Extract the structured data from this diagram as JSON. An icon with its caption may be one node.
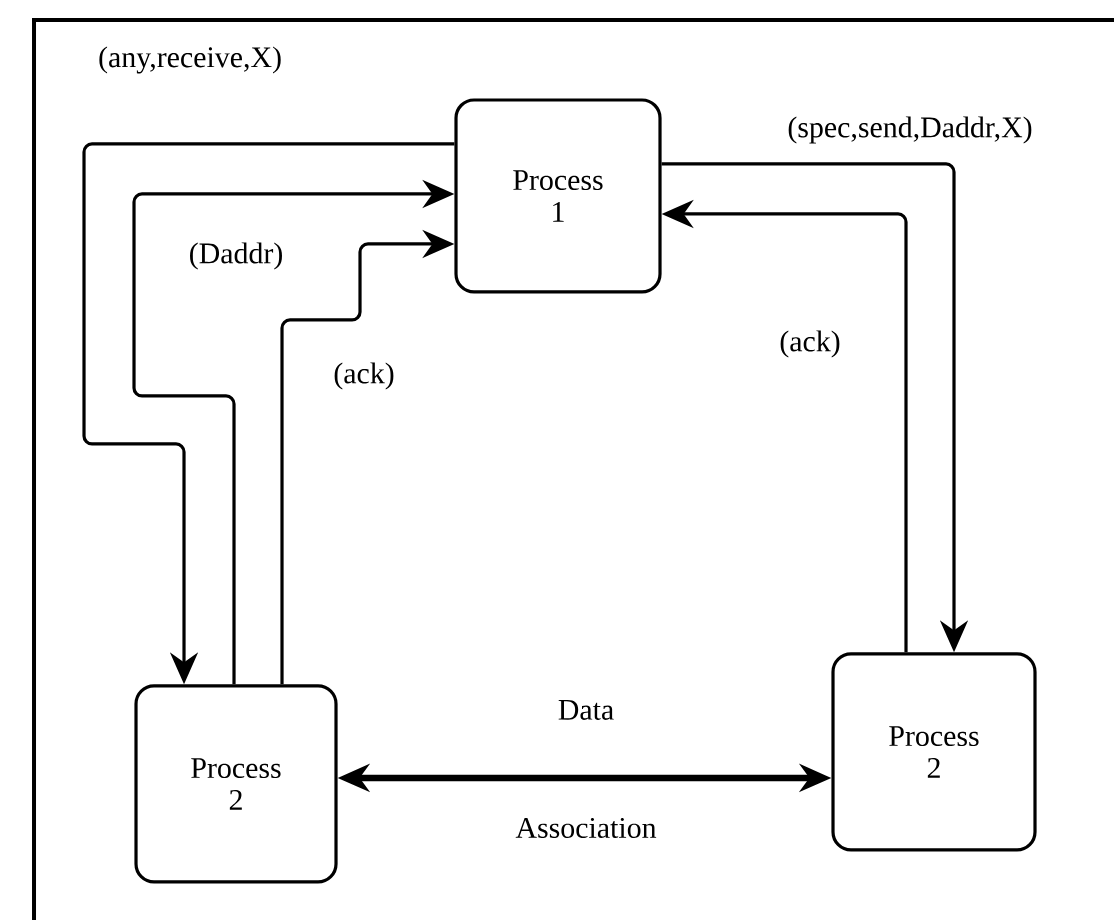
{
  "diagram": {
    "nodes": [
      {
        "text": [
          "Process 1"
        ]
      },
      {
        "text": [
          "Process 2"
        ]
      },
      {
        "text": [
          "Process 2"
        ]
      }
    ],
    "edges": [
      {
        "from": 0,
        "to": 1,
        "arrow": "to",
        "label": "(any,receive,X)"
      },
      {
        "from": 1,
        "to": 0,
        "arrow": "to",
        "label": "(Daddr)"
      },
      {
        "from": 1,
        "to": 0,
        "arrow": "to",
        "label": "(ack)"
      },
      {
        "from": 0,
        "to": 2,
        "arrow": "to",
        "label": "(spec,send,Daddr,X)"
      },
      {
        "from": 2,
        "to": 0,
        "arrow": "to",
        "label": "(ack)"
      },
      {
        "from": 1,
        "to": 2,
        "arrow": "both",
        "label": "Data",
        "style": "thick"
      }
    ],
    "labels": [
      "Association"
    ]
  }
}
